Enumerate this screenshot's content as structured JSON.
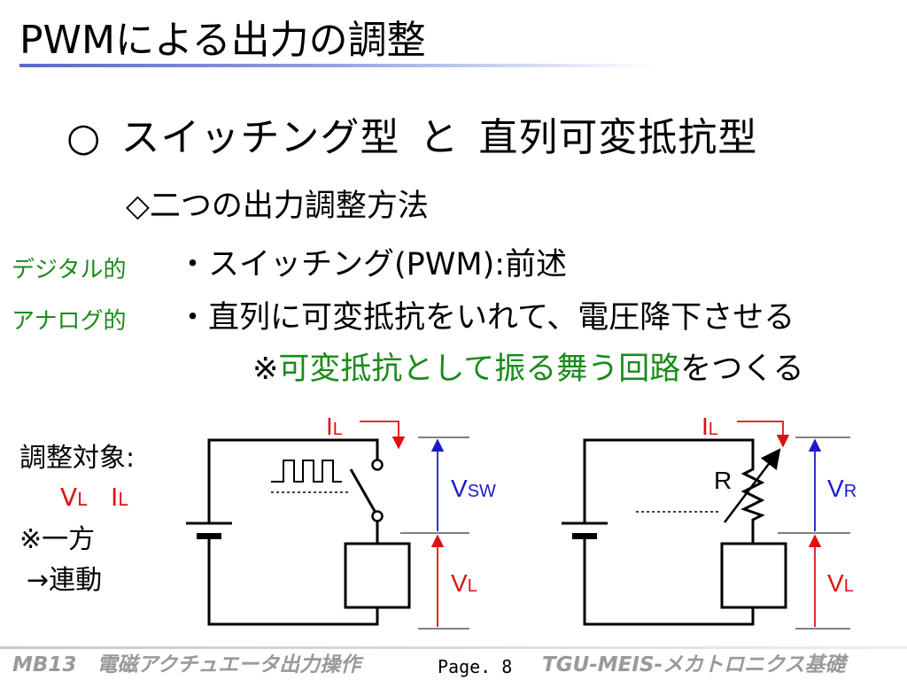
{
  "slide": {
    "title": "PWMによる出力の調整",
    "heading_symbol": "○",
    "heading_left": "スイッチング型",
    "heading_conj": "と",
    "heading_right": "直列可変抵抗型",
    "subheading": "◇二つの出力調整方法",
    "methods": [
      {
        "tag": "デジタル的",
        "text": "・スイッチング(PWM):前述"
      },
      {
        "tag": "アナログ的",
        "text": "・直列に可変抵抗をいれて、電圧降下させる"
      }
    ],
    "note_prefix": "※",
    "note_green": "可変抵抗として振る舞う回路",
    "note_suffix": "をつくる",
    "target": {
      "label": "調整対象:",
      "var1_main": "V",
      "var1_sub": "L",
      "var2_main": "I",
      "var2_sub": "L",
      "note": "※一方",
      "link": "→連動"
    }
  },
  "diagram": {
    "left_circuit": {
      "current_main": "I",
      "current_sub": "L",
      "upper_voltage_main": "V",
      "upper_voltage_sub": "SW",
      "lower_voltage_main": "V",
      "lower_voltage_sub": "L"
    },
    "right_circuit": {
      "current_main": "I",
      "current_sub": "L",
      "resistor_label": "R",
      "upper_voltage_main": "V",
      "upper_voltage_sub": "R",
      "lower_voltage_main": "V",
      "lower_voltage_sub": "L"
    },
    "colors": {
      "current": "#e01010",
      "upper_voltage": "#1a1acc",
      "lower_voltage": "#e01010",
      "circuit": "#000000"
    }
  },
  "footer": {
    "left": "MB13　電磁アクチュエータ出力操作",
    "page": "Page. 8",
    "right": "TGU-MEIS-メカトロニクス基礎"
  }
}
